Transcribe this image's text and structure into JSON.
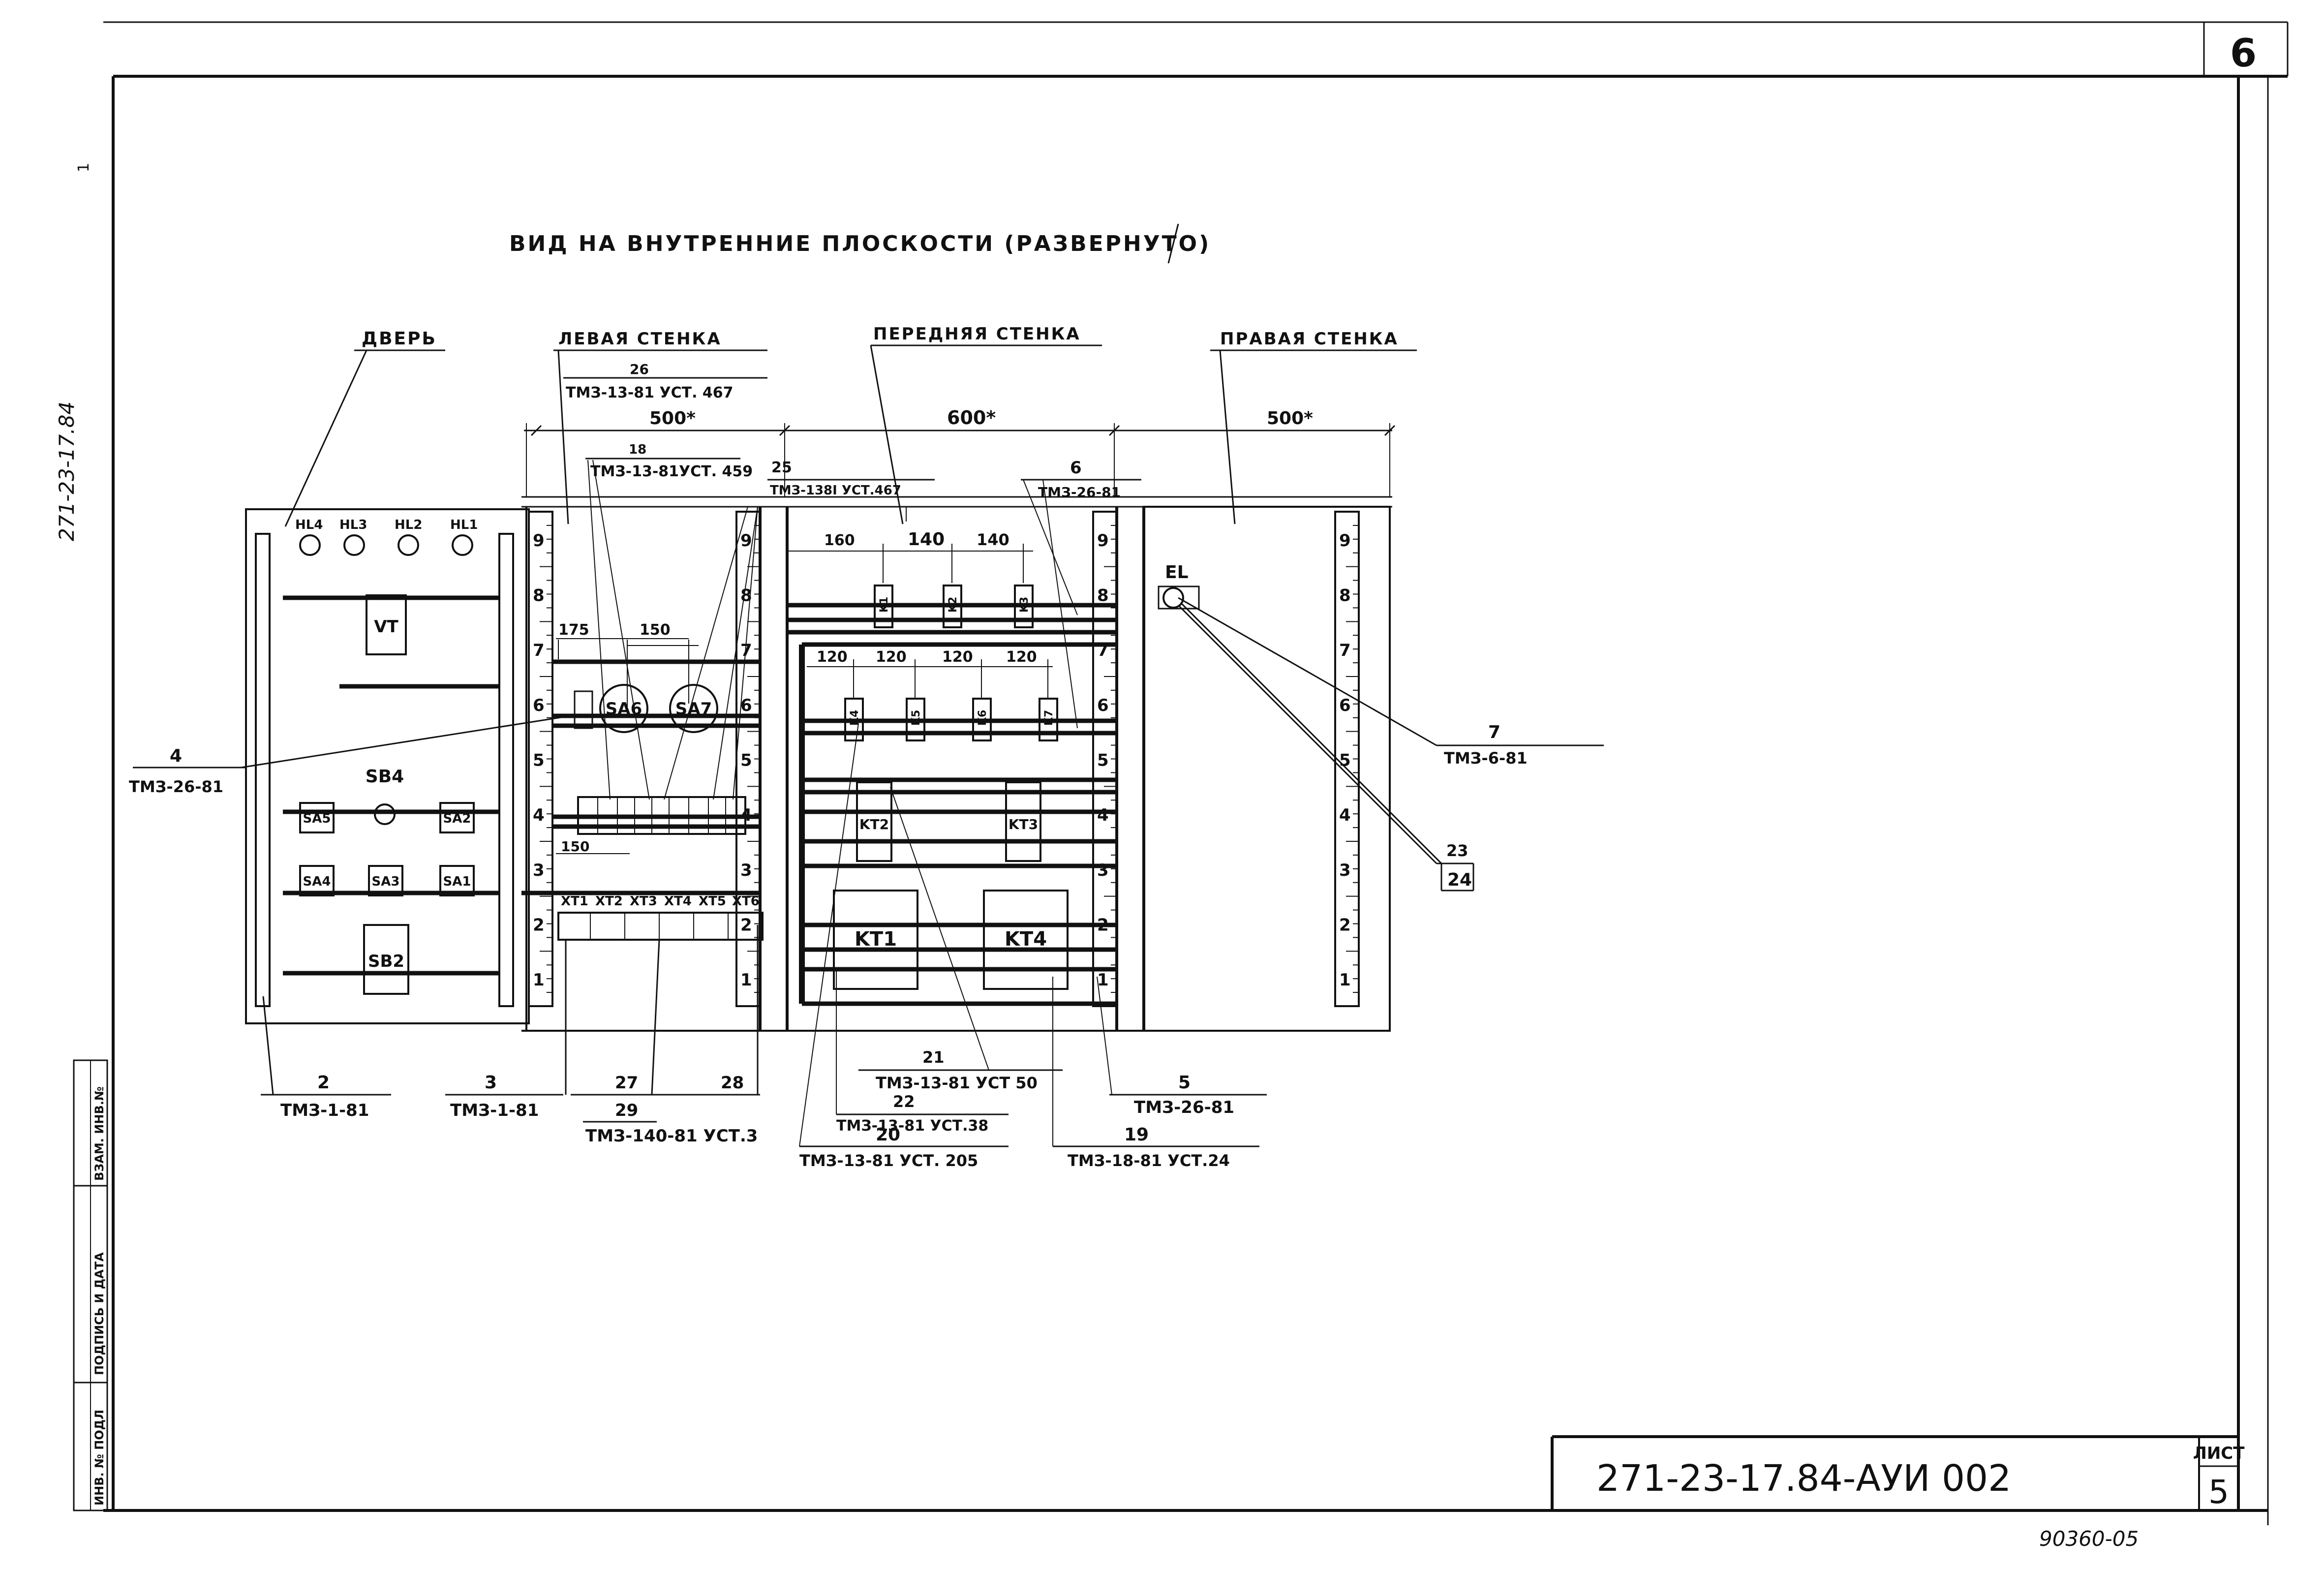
{
  "sheet": {
    "sheet_number": "6",
    "page_number": "5",
    "list_label": "ЛИСТ",
    "code": "271-23-17.84-АУИ 002",
    "inventory": "90360-05",
    "side_code": "271-23-17.84",
    "side_mark": "1",
    "stamp": [
      "ИНВ. № ПОДЛ",
      "ПОДПИСЬ И ДАТА",
      "ВЗАМ. ИНВ.№"
    ]
  },
  "title": "ВИД НА ВНУТРЕННИЕ ПЛОСКОСТИ (РАЗВЕРНУТО)",
  "sections": {
    "door": "ДВЕРЬ",
    "left": "ЛЕВАЯ СТЕНКА",
    "front": "ПЕРЕДНЯЯ СТЕНКА",
    "right": "ПРАВАЯ СТЕНКА"
  },
  "dims": {
    "left_width": "500*",
    "front_width": "600*",
    "right_width": "500*",
    "d175": "175",
    "d150a": "150",
    "d150b": "150",
    "d160": "160",
    "d140a": "140",
    "d140b": "140",
    "d120a": "120",
    "d120b": "120",
    "d120c": "120",
    "d120d": "120"
  },
  "scale_numbers": [
    "1",
    "2",
    "3",
    "4",
    "5",
    "6",
    "7",
    "8",
    "9"
  ],
  "door": {
    "lamps": [
      "HL4",
      "HL3",
      "HL2",
      "HL1"
    ],
    "vt": "VT",
    "sb4": "SB4",
    "sa5": "SA5",
    "sa2": "SA2",
    "sa4": "SA4",
    "sa3": "SA3",
    "sa1": "SA1",
    "sb2": "SB2"
  },
  "left_wall": {
    "sa6": "SA6",
    "sa7": "SA7",
    "terminals": [
      "XT1",
      "XT2",
      "XT3",
      "XT4",
      "XT5",
      "XT6"
    ]
  },
  "front_wall": {
    "kt1": "KT1",
    "kt2": "KT2",
    "kt3": "KT3",
    "kt4": "KT4",
    "top_relays": [
      "K1",
      "K2",
      "K3"
    ],
    "mid_relays": [
      "K4",
      "K5",
      "K6",
      "K7"
    ]
  },
  "right_wall": {
    "el": "EL"
  },
  "callouts": {
    "c26_num": "26",
    "c26_text": "ТМЗ-13-81 УСТ. 467",
    "c18_num": "18",
    "c18_text": "ТМЗ-13-81УСТ. 459",
    "c25_num": "25",
    "c25_text": "ТМЗ-138I УСТ.467",
    "c6_num": "6",
    "c6_text": "ТМЗ-26-81",
    "c4_num": "4",
    "c4_text": "ТМЗ-26-81",
    "c7_num": "7",
    "c7_text": "ТМЗ-6-81",
    "c23_num": "23",
    "c24_num": "24",
    "c2_num": "2",
    "c2_text": "ТМЗ-1-81",
    "c3_num": "3",
    "c3_text": "ТМЗ-1-81",
    "c27_num": "27",
    "c29_num": "29",
    "c28_num": "28",
    "c29_text": "ТМЗ-140-81 УСТ.3",
    "c21_num": "21",
    "c21_text": "ТМЗ-13-81 УСТ 50",
    "c22_num": "22",
    "c22_text": "ТМЗ-13-81 УСТ.38",
    "c20_num": "20",
    "c20_text": "ТМЗ-13-81 УСТ. 205",
    "c19_num": "19",
    "c19_text": "ТМЗ-18-81 УСТ.24",
    "c5_num": "5",
    "c5_text": "ТМЗ-26-81"
  }
}
